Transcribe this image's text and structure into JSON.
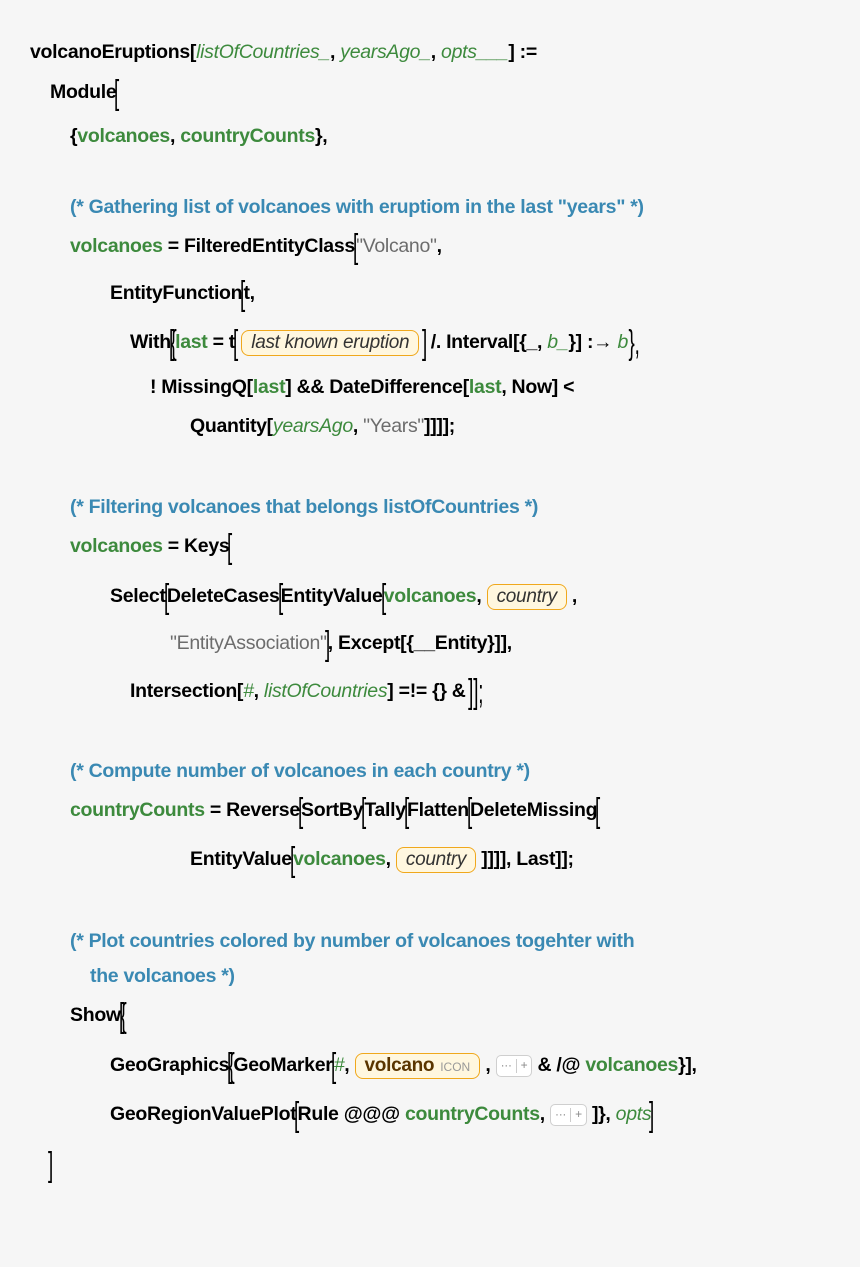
{
  "code": {
    "l1": {
      "fn": "volcanoEruptions[",
      "a1": "listOfCountries_",
      "s1": ", ",
      "a2": "yearsAgo_",
      "s2": ", ",
      "a3": "opts___",
      "end": "] :="
    },
    "l2": {
      "fn": "Module",
      "b": "["
    },
    "l3": {
      "o": "{",
      "v1": "volcanoes",
      "s": ", ",
      "v2": "countryCounts",
      "e": "},"
    },
    "l4": {
      "cm": "(* Gathering list of volcanoes with eruptiom in the last \"years\" *)"
    },
    "l5": {
      "v": "volcanoes",
      "eq": " = FilteredEntityClass",
      "b": "[",
      "str": "\"Volcano\"",
      "e": ","
    },
    "l6": {
      "fn": "EntityFunction",
      "b": "[",
      "e": "t,"
    },
    "l7": {
      "fn": "With",
      "b1": "[",
      "b2": "{",
      "v": "last",
      "eq": " = t",
      "b3": "[",
      "prop": "last known eruption",
      "b4": "]",
      "rest": " /. Interval[{_, ",
      "pb": "b_",
      "rest2": "}] :→ ",
      "vb": "b",
      "b5": "},"
    },
    "l8": {
      "t1": "! MissingQ[",
      "v": "last",
      "t2": "] && DateDifference[",
      "v2": "last",
      "t3": ", Now] <"
    },
    "l9": {
      "t1": "Quantity[",
      "v": "yearsAgo",
      "t2": ", ",
      "str": "\"Years\"",
      "t3": "]]]];"
    },
    "l10": {
      "cm": "(* Filtering volcanoes that belongs listOfCountries *)"
    },
    "l11": {
      "v": "volcanoes",
      "eq": " = Keys",
      "b": "["
    },
    "l12": {
      "t1": "Select",
      "b1": "[",
      "t2": "DeleteCases",
      "b2": "[",
      "t3": "EntityValue",
      "b3": "[",
      "v": "volcanoes",
      "s": ", ",
      "prop": "country",
      "e": " ,"
    },
    "l13": {
      "str": "\"EntityAssociation\"",
      "b": "]",
      "t": ", Except[{__Entity}]],"
    },
    "l14": {
      "t1": "Intersection[",
      "v": "#",
      "s": ", ",
      "v2": "listOfCountries",
      "t2": "] =!= {} &",
      "b": "]];"
    },
    "l15": {
      "cm": "(* Compute number of volcanoes in each country *)"
    },
    "l16": {
      "v": "countryCounts",
      "eq": " = Reverse",
      "b1": "[",
      "t1": "SortBy",
      "b2": "[",
      "t2": "Tally",
      "b3": "[",
      "t3": "Flatten",
      "b4": "[",
      "t4": "DeleteMissing",
      "b5": "["
    },
    "l17": {
      "t1": "EntityValue",
      "b": "[",
      "v": "volcanoes",
      "s": ", ",
      "prop": "country",
      "t2": " ]]]], Last]];"
    },
    "l18": {
      "cm": "(* Plot countries colored by number of volcanoes togehter with"
    },
    "l19": {
      "cm": "the volcanoes *)"
    },
    "l20": {
      "t1": "Show",
      "b1": "[",
      "b2": "{"
    },
    "l21": {
      "t1": "GeoGraphics",
      "b1": "[",
      "b2": "{",
      "t2": "GeoMarker",
      "b3": "[",
      "v": "#",
      "s": ", ",
      "ent": "volcano",
      "tag": "ICON",
      "s2": " , ",
      "opt": "···",
      "plus": "+",
      "t3": " & /@ ",
      "v2": "volcanoes",
      "e": "}],"
    },
    "l22": {
      "t1": "GeoRegionValuePlot",
      "b1": "[",
      "t2": "Rule @@@ ",
      "v": "countryCounts",
      "s": ", ",
      "opt": "···",
      "plus": "+",
      "e": "]}, ",
      "v2": "opts",
      "b2": "]"
    },
    "l23": {
      "b": "]"
    }
  }
}
